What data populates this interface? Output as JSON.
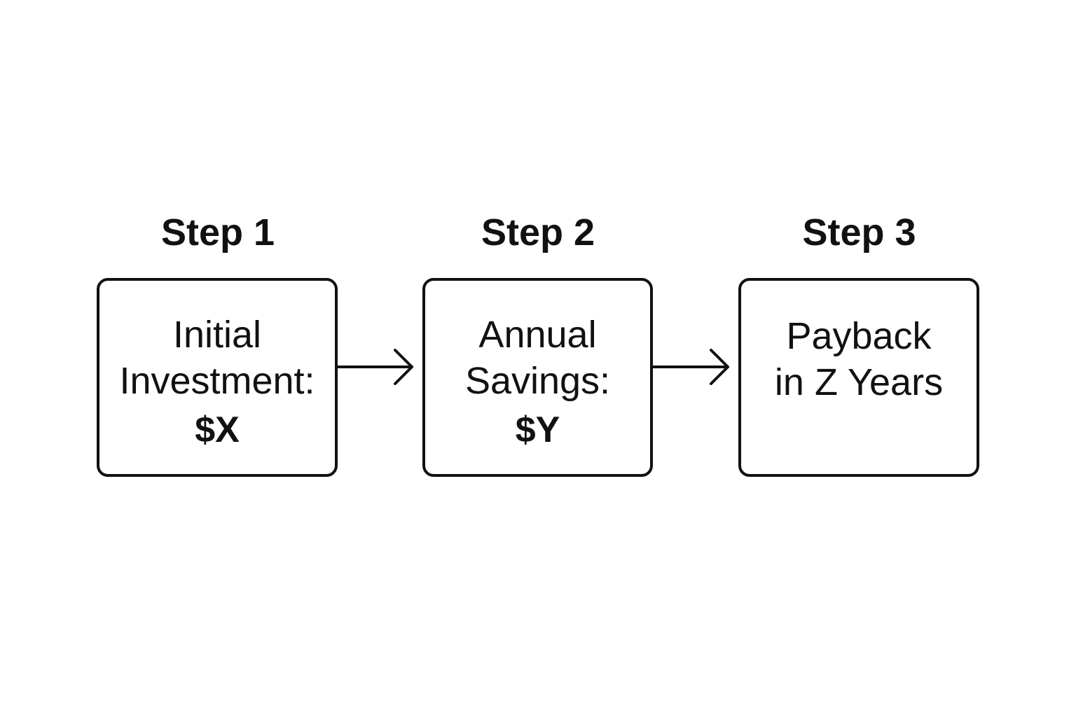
{
  "steps": [
    {
      "title": "Step 1",
      "lines": [
        "Initial",
        "Investment:"
      ],
      "value": "$X"
    },
    {
      "title": "Step 2",
      "lines": [
        "Annual",
        "Savings:"
      ],
      "value": "$Y"
    },
    {
      "title": "Step 3",
      "lines": [
        "Payback",
        "in Z Years"
      ]
    }
  ],
  "colors": {
    "stroke": "#111111",
    "background": "#ffffff"
  }
}
